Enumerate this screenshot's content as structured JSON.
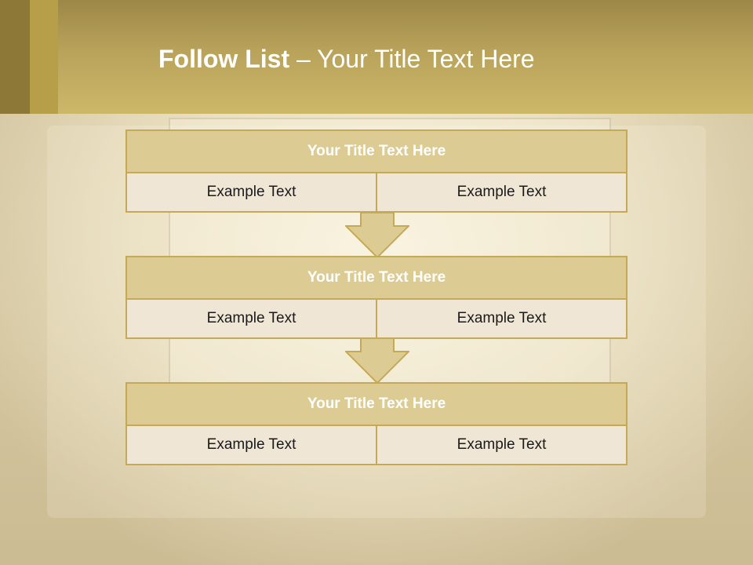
{
  "header": {
    "title_bold": "Follow List",
    "title_rest": " – Your Title Text Here"
  },
  "blocks": [
    {
      "title": "Your Title Text Here",
      "left": "Example Text",
      "right": "Example Text"
    },
    {
      "title": "Your Title Text Here",
      "left": "Example Text",
      "right": "Example Text"
    },
    {
      "title": "Your Title Text Here",
      "left": "Example Text",
      "right": "Example Text"
    }
  ],
  "colors": {
    "header": "#b9a35b",
    "block_title": "#dccc94",
    "block_border": "#c4aa56",
    "cell": "#efe6d6",
    "arrow": "#dccc94"
  }
}
